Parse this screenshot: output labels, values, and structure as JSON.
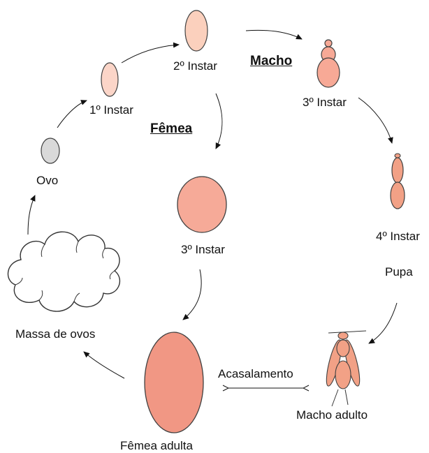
{
  "labels": {
    "ovo": "Ovo",
    "instar1": "1º Instar",
    "instar2": "2º Instar",
    "macho": "Macho",
    "macho_instar3": "3º Instar",
    "femea": "Fêmea",
    "femea_instar3": "3º Instar",
    "instar4": "4º Instar",
    "pupa": "Pupa",
    "massa_de_ovos": "Massa de ovos",
    "femea_adulta": "Fêmea adulta",
    "macho_adulto": "Macho adulto",
    "acasalamento": "Acasalamento"
  },
  "colors": {
    "egg": "#d9d9d9",
    "instar1": "#fbd5c8",
    "instar2": "#fbd0bd",
    "male_instar3": "#f7a996",
    "female_instar3": "#f6aa98",
    "female_adult": "#f19784",
    "male": "#f2a186",
    "outline": "#404040"
  }
}
